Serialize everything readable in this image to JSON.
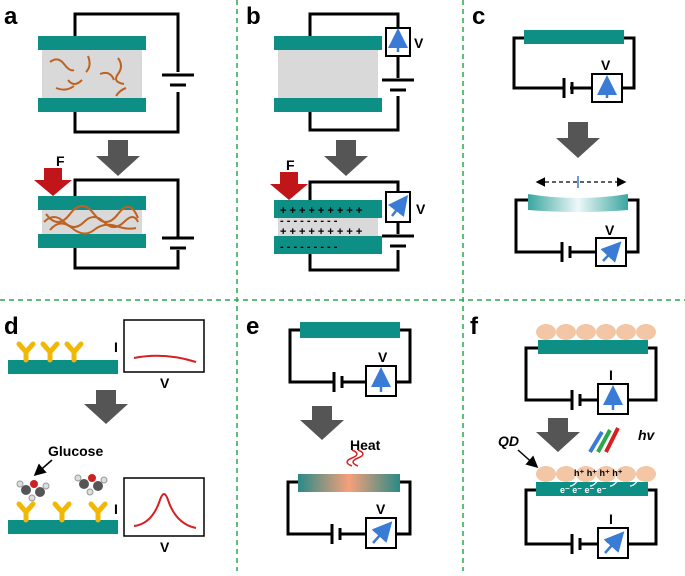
{
  "panels": {
    "a": {
      "label": "a",
      "force_label": "F"
    },
    "b": {
      "label": "b",
      "force_label": "F",
      "meter_top": "V",
      "meter_bottom": "V",
      "charges_top": "+ + + + + + + + +",
      "charges_mid1": "- - - - - - - - -",
      "charges_mid2": "+ + + + + + + + +",
      "charges_bottom": "- - - - - - - - -"
    },
    "c": {
      "label": "c",
      "meter_top": "V",
      "meter_bottom": "V"
    },
    "d": {
      "label": "d",
      "axis_y_top": "I",
      "axis_x_top": "V",
      "glucose_label": "Glucose",
      "axis_y_bottom": "I",
      "axis_x_bottom": "V"
    },
    "e": {
      "label": "e",
      "meter_top": "V",
      "heat_label": "Heat",
      "meter_bottom": "V"
    },
    "f": {
      "label": "f",
      "meter_top": "I",
      "qd_label": "QD",
      "hv_label": "hv",
      "holes_label": "h⁺ h⁺ h⁺ h⁺",
      "electrons_label": "e⁻ e⁻ e⁻ e⁻",
      "meter_bottom": "I"
    }
  },
  "colors": {
    "plate": "#0e8f86",
    "fiber": "#c0621f",
    "gray_fill": "#d9d9d9",
    "arrow": "#555555",
    "force_arrow": "#c0161a",
    "meter_arrow": "#3a7bd5",
    "receptor": "#f2b705",
    "curve": "#d62020",
    "divider": "#2aa84a",
    "qd": "#f3c6a5"
  }
}
